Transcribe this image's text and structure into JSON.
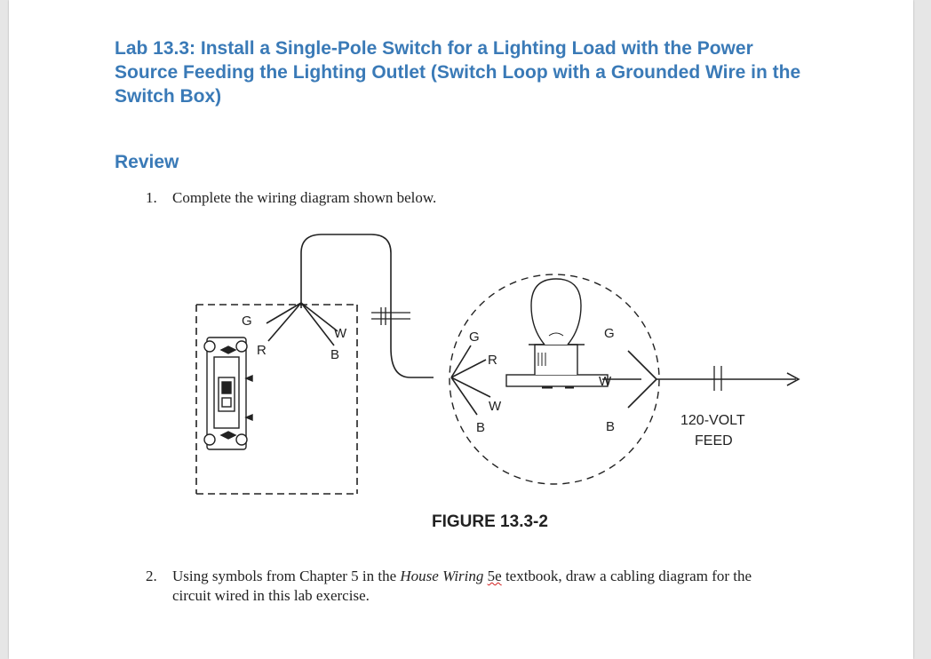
{
  "header": {
    "title": "Lab 13.3: Install a Single-Pole Switch for a Lighting Load with the Power Source Feeding the Lighting Outlet (Switch Loop with a Grounded Wire in the Switch Box)"
  },
  "review": {
    "heading": "Review"
  },
  "questions": [
    {
      "number": "1.",
      "text": "Complete the wiring diagram shown below."
    },
    {
      "number": "2.",
      "text_before": "Using symbols from Chapter 5 in the ",
      "text_italic": "House Wiring",
      "text_space": " ",
      "text_flagged": "5e",
      "text_after": " textbook, draw a cabling diagram for the circuit wired in this lab exercise."
    }
  ],
  "figure": {
    "caption": "FIGURE 13.3-2",
    "labels": {
      "switch_g": "G",
      "switch_r": "R",
      "switch_w": "W",
      "switch_b": "B",
      "light_g_left": "G",
      "light_r": "R",
      "light_w_left": "W",
      "light_b_left": "B",
      "light_g_right": "G",
      "light_w_right": "W",
      "light_b_right": "B",
      "feed_line1": "120-VOLT",
      "feed_line2": "FEED"
    }
  }
}
